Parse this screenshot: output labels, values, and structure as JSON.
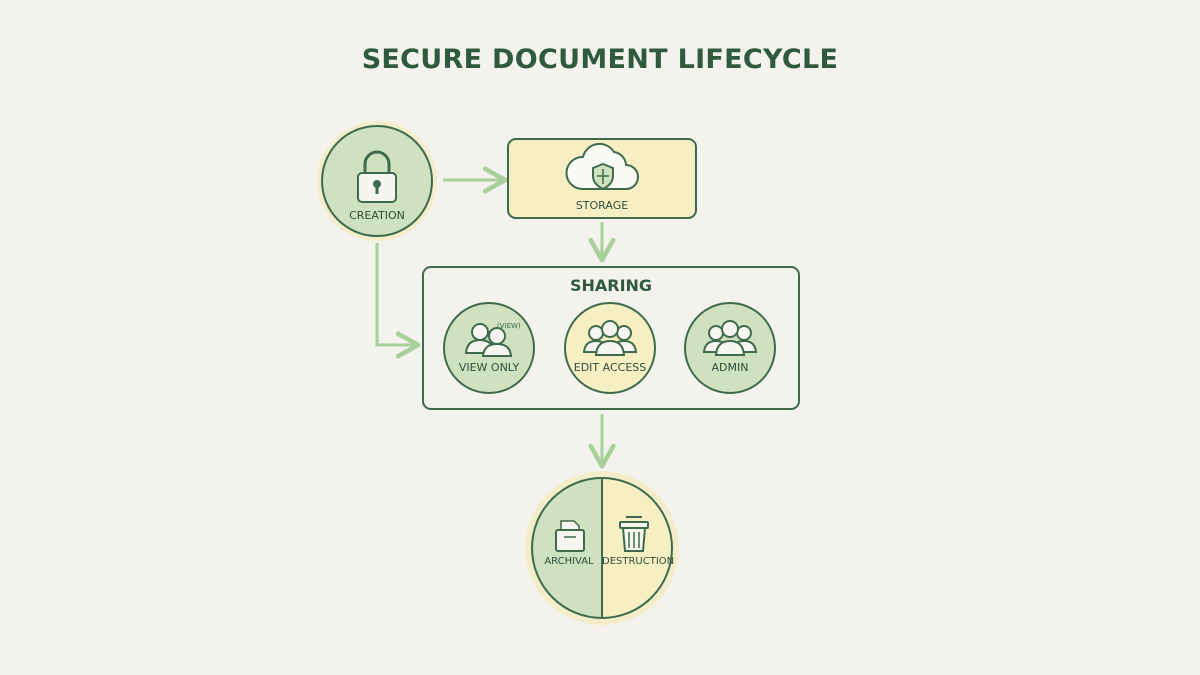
{
  "title": "SECURE DOCUMENT LIFECYCLE",
  "nodes": {
    "creation": {
      "label": "CREATION",
      "icon": "padlock-icon"
    },
    "storage": {
      "label": "STORAGE",
      "icon": "cloud-shield-icon"
    },
    "sharing": {
      "label": "SHARING",
      "options": [
        {
          "label": "VIEW ONLY",
          "icon": "users-icon",
          "stray_text": "(VIEW)"
        },
        {
          "label": "EDIT ACCESS",
          "icon": "users-group-icon"
        },
        {
          "label": "ADMIN",
          "icon": "users-group-icon"
        }
      ]
    },
    "end": {
      "archival": {
        "label": "ARCHIVAL",
        "icon": "archive-box-icon"
      },
      "destruction": {
        "label": "DESTRUCTION",
        "icon": "shredder-icon"
      }
    }
  },
  "colors": {
    "background": "#f3f2ec",
    "green_fill": "#cfe1bf",
    "yellow_fill": "#f6efc4",
    "stroke": "#3f6b4c",
    "arrow": "#a9cf9a",
    "halo": "#f3ecc4"
  }
}
